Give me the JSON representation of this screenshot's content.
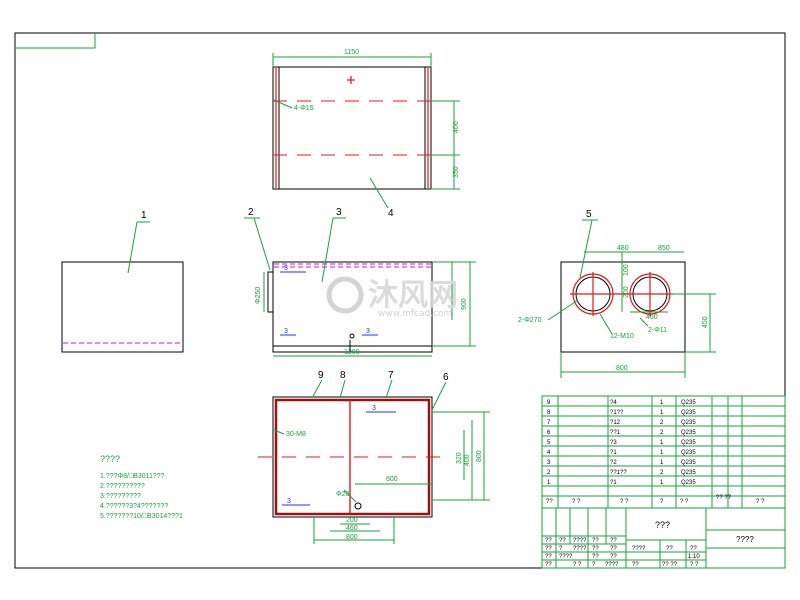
{
  "drawing": {
    "view_top": {
      "dim_width": "1150",
      "dim_400": "400",
      "dim_350": "350",
      "hole_label": "4-Φ15",
      "callout": "4"
    },
    "view_left": {
      "callout": "1"
    },
    "view_front": {
      "callout_2": "2",
      "callout_3": "3",
      "dim_phi250": "Φ250",
      "dim_1200": "1200",
      "dim_900": "900",
      "weld_1": "3",
      "weld_2": "3",
      "weld_3": "3"
    },
    "view_right": {
      "callout": "5",
      "dim_480": "480",
      "dim_850": "850",
      "dim_100": "100",
      "dim_200": "200",
      "dim_460": "460",
      "dim_450": "450",
      "dim_800": "800",
      "label_holes_270": "2-Φ270",
      "label_m10": "12-M10",
      "label_phi11": "2-Φ11"
    },
    "view_plan": {
      "callout_9": "9",
      "callout_8": "8",
      "callout_7": "7",
      "callout_6": "6",
      "label_m8": "30-M8",
      "dim_320": "320",
      "dim_400": "400",
      "dim_800_right": "800",
      "dim_600": "600",
      "dim_200": "200",
      "dim_460": "460",
      "dim_800_bottom": "800",
      "label_phi20": "Φ20",
      "weld_1": "3",
      "weld_2": "3"
    },
    "notes": {
      "title": "????",
      "lines": [
        "1.???Φ8/□B3011???",
        "2.??????????",
        "3.?????????",
        "4.??????3?4???????",
        "5.???????10/□B3014???1"
      ]
    },
    "bom": {
      "rows": [
        {
          "no": "9",
          "name": "?4",
          "qty": "1",
          "mat": "Q235"
        },
        {
          "no": "8",
          "name": "?1??",
          "qty": "1",
          "mat": "Q235"
        },
        {
          "no": "7",
          "name": "?12",
          "qty": "2",
          "mat": "Q235"
        },
        {
          "no": "6",
          "name": "??1",
          "qty": "2",
          "mat": "Q235"
        },
        {
          "no": "5",
          "name": "?3",
          "qty": "1",
          "mat": "Q235"
        },
        {
          "no": "4",
          "name": "?1",
          "qty": "1",
          "mat": "Q235"
        },
        {
          "no": "3",
          "name": "?2",
          "qty": "1",
          "mat": "Q235"
        },
        {
          "no": "2",
          "name": "??1??",
          "qty": "2",
          "mat": "Q235"
        },
        {
          "no": "1",
          "name": "?1",
          "qty": "1",
          "mat": "Q235"
        }
      ],
      "header": {
        "c1": "??",
        "c2": "?  ?",
        "c3": "?  ?",
        "c4": "?",
        "c5": "?  ?",
        "c6": "?? ??",
        "c7": "?  ?"
      }
    },
    "titleblock": {
      "drawing_name": "???",
      "company": "????",
      "row1": [
        "??",
        "??",
        "????",
        "??",
        "??"
      ],
      "row2": [
        "??",
        "?",
        "????",
        "??",
        "??"
      ],
      "row3": [
        "??",
        "????",
        "??",
        "??"
      ],
      "sig_1": "????",
      "sig_2": "?",
      "scale_1": "??",
      "scale_2": "??",
      "sheet": "1:10",
      "row_a": [
        "??"
      ],
      "row_b": [
        "??",
        "?? ??",
        "????",
        "?  ?",
        "?  ?"
      ]
    },
    "watermark": {
      "brand": "沐风网",
      "url": "www.mfcad.com"
    },
    "colors": {
      "border": "#000000",
      "dimension": "#1aa33a",
      "centerline": "#e01818",
      "hidden": "#d015d0",
      "weld": "#2233ff"
    }
  }
}
